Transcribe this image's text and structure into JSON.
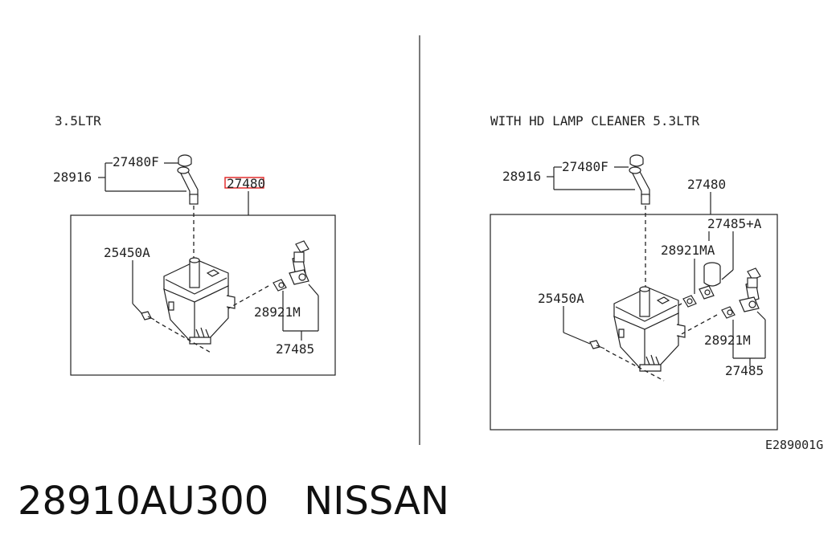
{
  "left_panel": {
    "title": "3.5LTR",
    "labels": {
      "p27480F": "27480F",
      "p28916": "28916",
      "p27480": "27480",
      "p25450A": "25450A",
      "p28921M": "28921M",
      "p27485": "27485"
    }
  },
  "right_panel": {
    "title": "WITH HD LAMP CLEANER  5.3LTR",
    "labels": {
      "p27480F": "27480F",
      "p28916": "28916",
      "p27480": "27480",
      "p27485A": "27485+A",
      "p28921MA": "28921MA",
      "p25450A": "25450A",
      "p28921M": "28921M",
      "p27485": "27485"
    }
  },
  "figure_code": "E289001G",
  "footer": {
    "part_number": "28910AU300",
    "brand": "NISSAN"
  },
  "colors": {
    "highlight": "#e02020",
    "ink": "#222222"
  }
}
